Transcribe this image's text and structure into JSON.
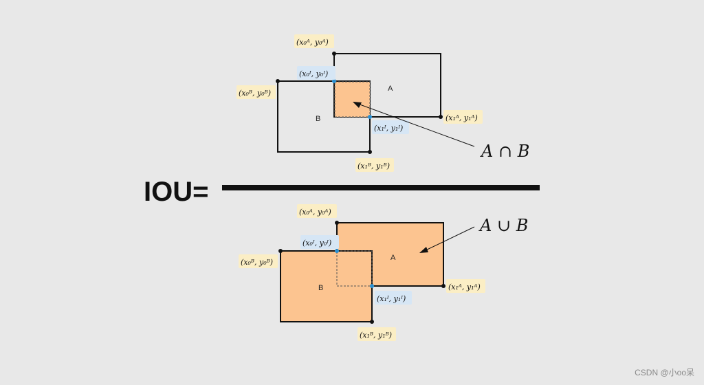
{
  "formula": {
    "label": "IOU="
  },
  "top": {
    "box_a_label": "A",
    "box_b_label": "B",
    "set_label": "A ∩ B",
    "coords": {
      "a0": "(x₀ᴬ, y₀ᴬ)",
      "i0": "(x₀ᴵ, y₀ᴵ)",
      "b0": "(x₀ᴮ, y₀ᴮ)",
      "a1": "(x₁ᴬ, y₁ᴬ)",
      "i1": "(x₁ᴵ, y₁ᴵ)",
      "b1": "(x₁ᴮ, y₁ᴮ)"
    }
  },
  "bottom": {
    "box_a_label": "A",
    "box_b_label": "B",
    "set_label": "A ∪ B",
    "coords": {
      "a0": "(x₀ᴬ, y₀ᴬ)",
      "i0": "(x₀ᴵ, y₀ᴵ)",
      "b0": "(x₀ᴮ, y₀ᴮ)",
      "a1": "(x₁ᴬ, y₁ᴬ)",
      "i1": "(x₁ᴵ, y₁ᴵ)",
      "b1": "(x₁ᴮ, y₁ᴮ)"
    }
  },
  "colors": {
    "fill": "#fcc490",
    "stroke": "#111111",
    "point_black": "#111111",
    "point_blue": "#2a8fd0"
  },
  "watermark": "CSDN @小oo呆"
}
